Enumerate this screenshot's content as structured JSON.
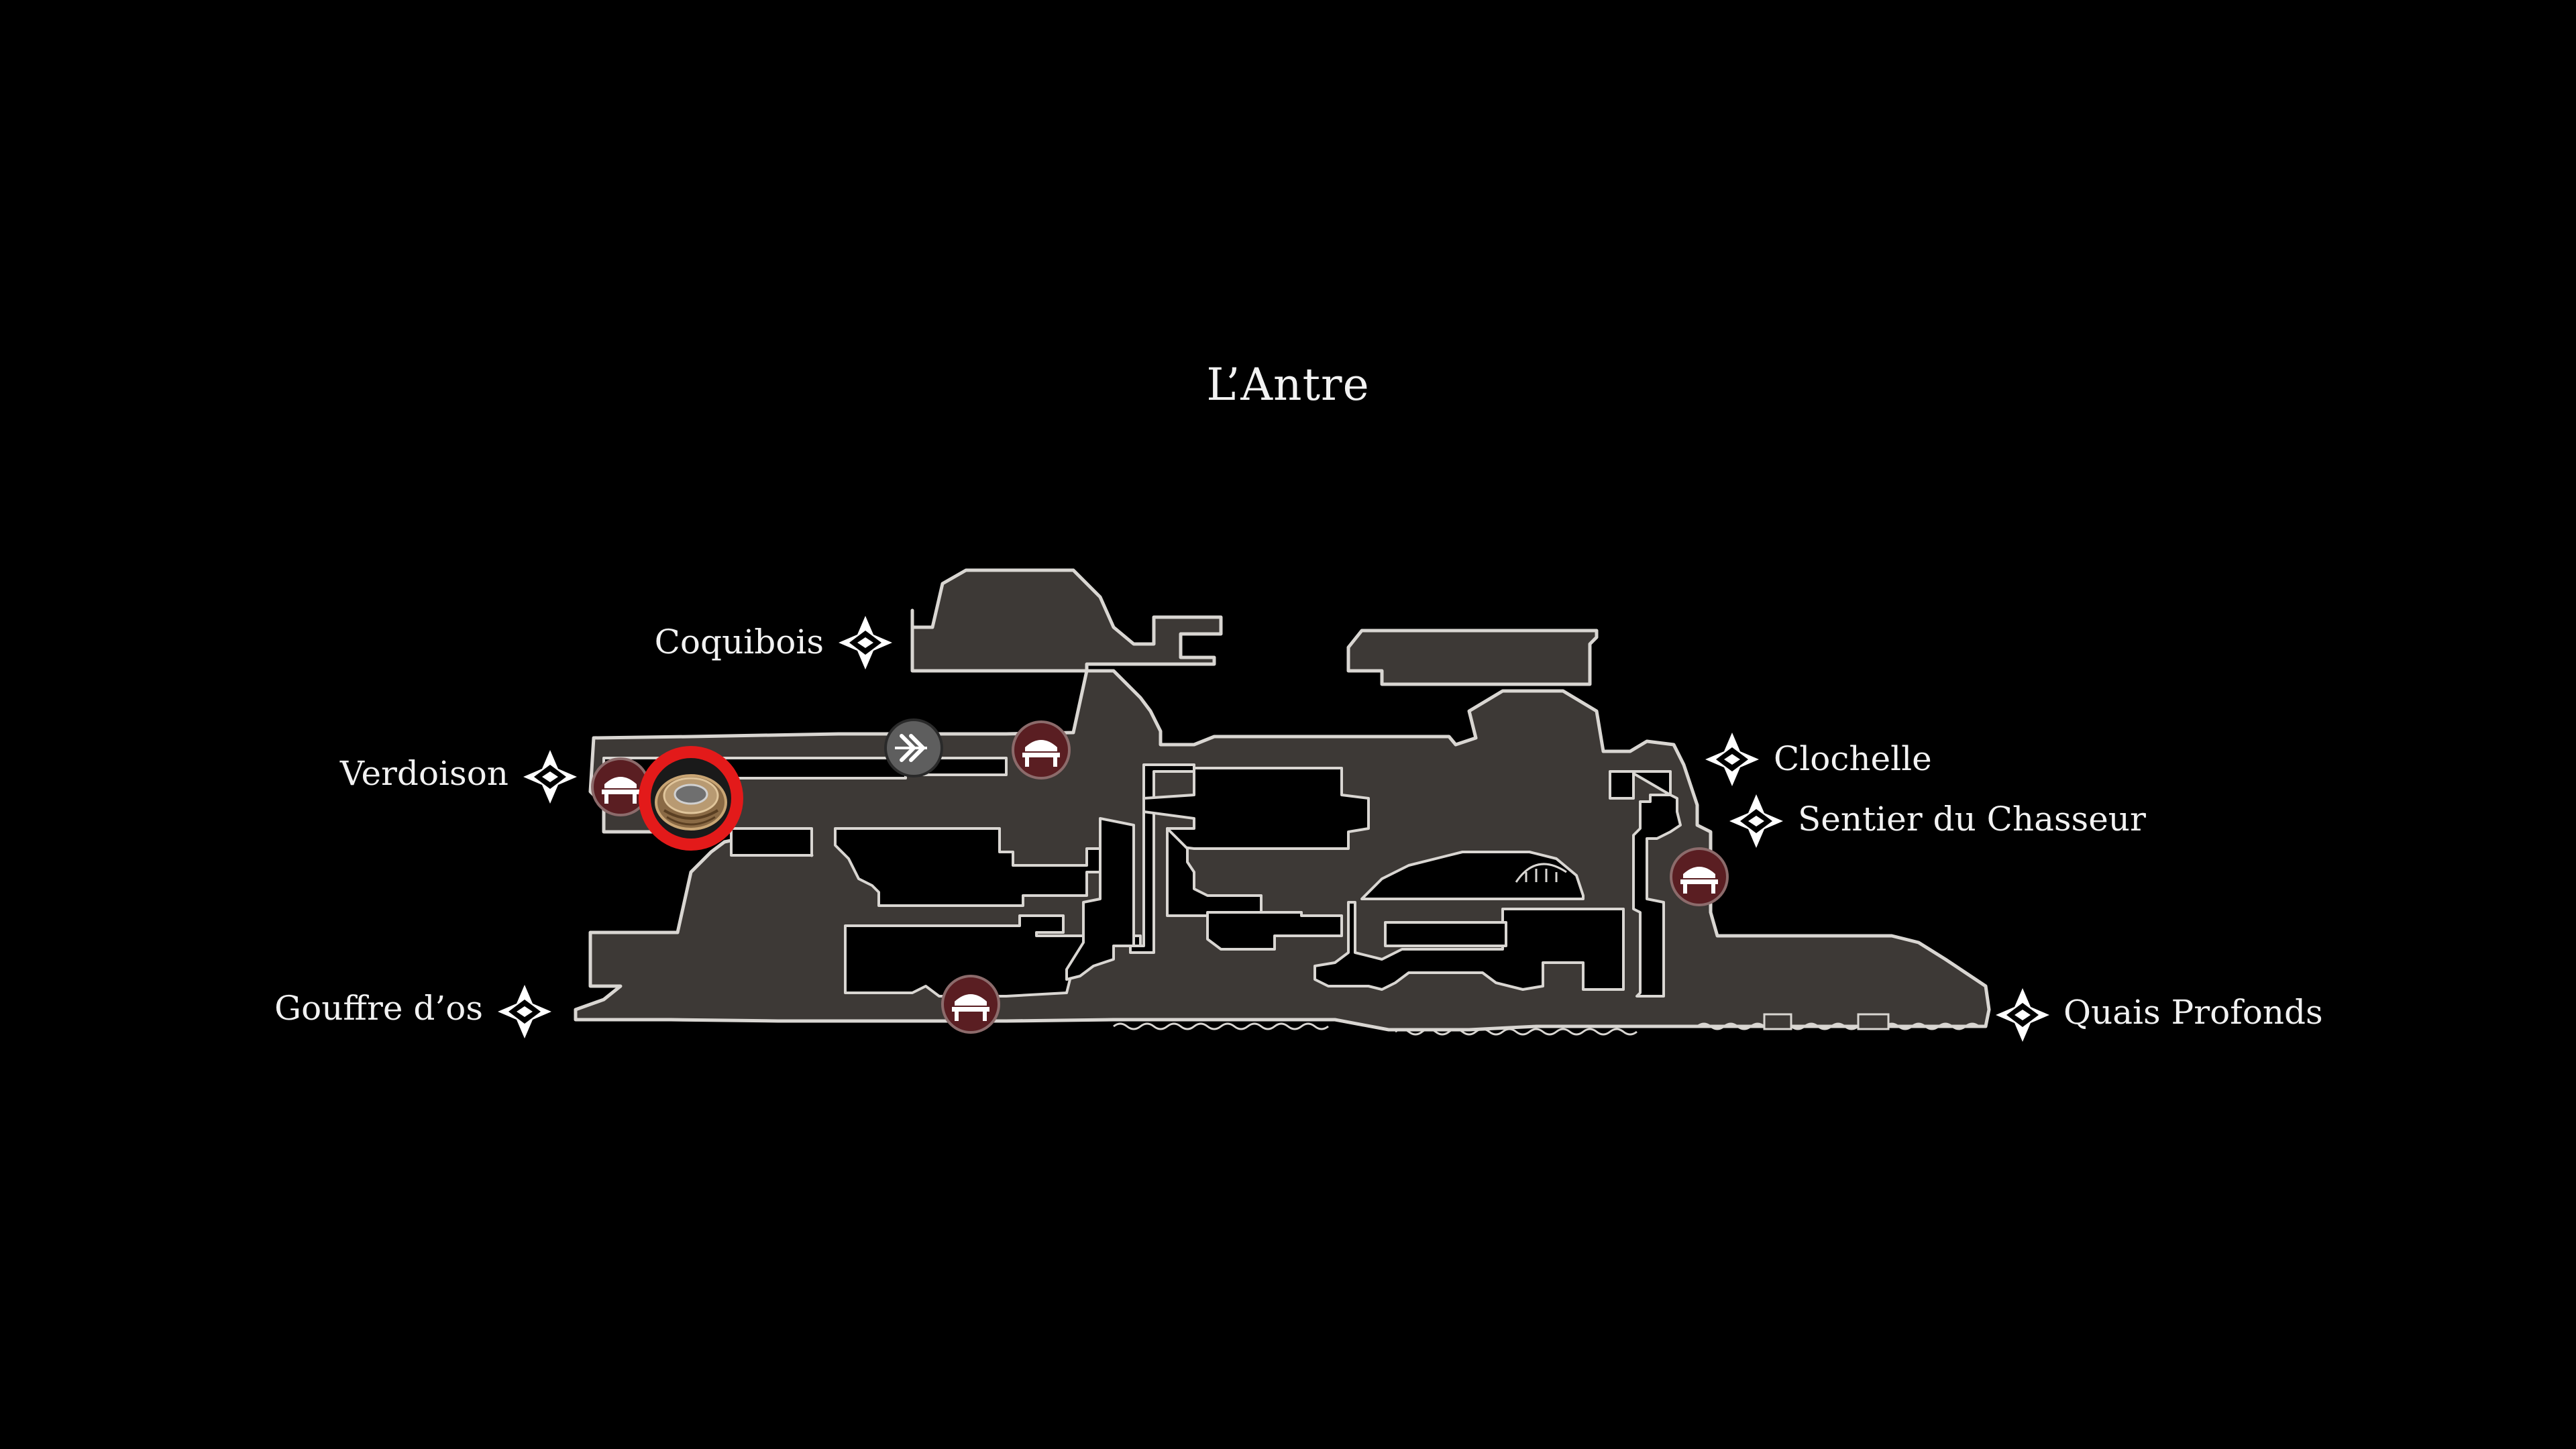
{
  "area": {
    "title": "L’Antre"
  },
  "exits": {
    "coquibois": "Coquibois",
    "verdoison": "Verdoison",
    "gouffre": "Gouffre d’os",
    "clochelle": "Clochelle",
    "sentier": "Sentier du Chasseur",
    "quais": "Quais Profonds"
  },
  "icons": {
    "exit_marker": "four-point-star-exit-icon",
    "bench": "bench-icon",
    "fast_travel": "fast-travel-arrows-icon",
    "highlighted_item": "coiled-nest-item-icon"
  },
  "colors": {
    "background": "#000000",
    "map_fill": "#3d3936",
    "map_outline": "#d9d6d2",
    "text": "#f2f2f2",
    "highlight_ring": "#e31a1a",
    "bench_fill": "#5a1e22"
  }
}
